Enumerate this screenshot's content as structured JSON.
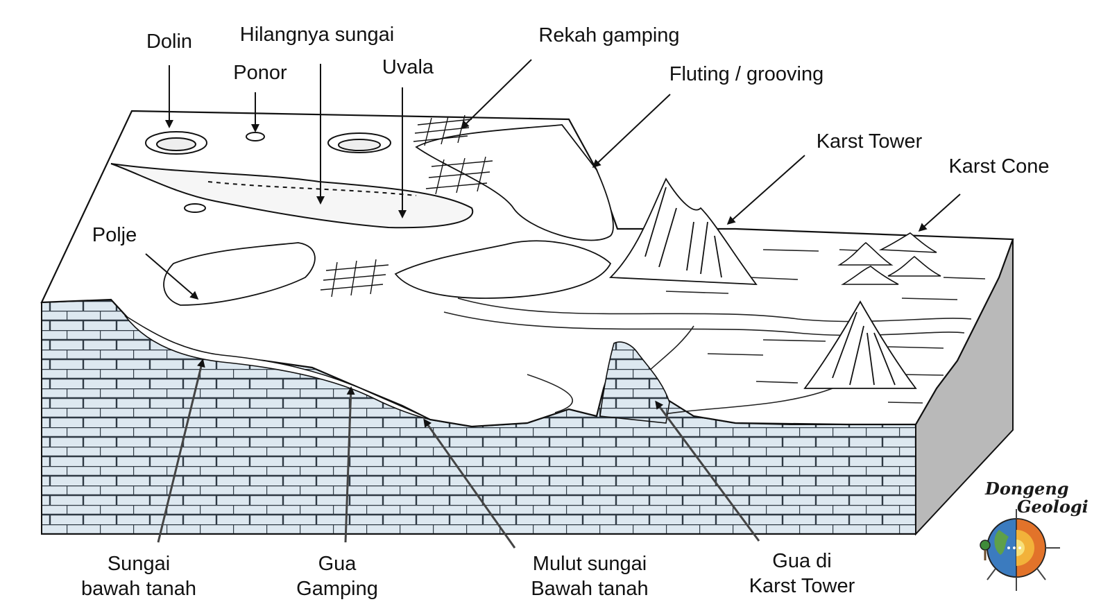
{
  "labels": {
    "dolin": "Dolin",
    "ponor": "Ponor",
    "hilangnya_sungai": "Hilangnya sungai",
    "uvala": "Uvala",
    "rekah_gamping": "Rekah gamping",
    "fluting": "Fluting / grooving",
    "karst_tower": "Karst Tower",
    "karst_cone": "Karst Cone",
    "polje": "Polje",
    "sungai_bawah_tanah": [
      "Sungai",
      "bawah tanah"
    ],
    "gua_gamping": [
      "Gua",
      "Gamping"
    ],
    "mulut_sungai": [
      "Mulut sungai",
      "Bawah tanah"
    ],
    "gua_di_karst_tower": [
      "Gua di",
      "Karst Tower"
    ]
  },
  "logo": {
    "line1": "Dongeng",
    "line2": "Geologi"
  },
  "colors": {
    "limestone_fill": "#dde8f0",
    "brick_line": "#2f3a44",
    "outline": "#111111",
    "side_shade": "#b9b9b9",
    "pointer": "#111111"
  }
}
